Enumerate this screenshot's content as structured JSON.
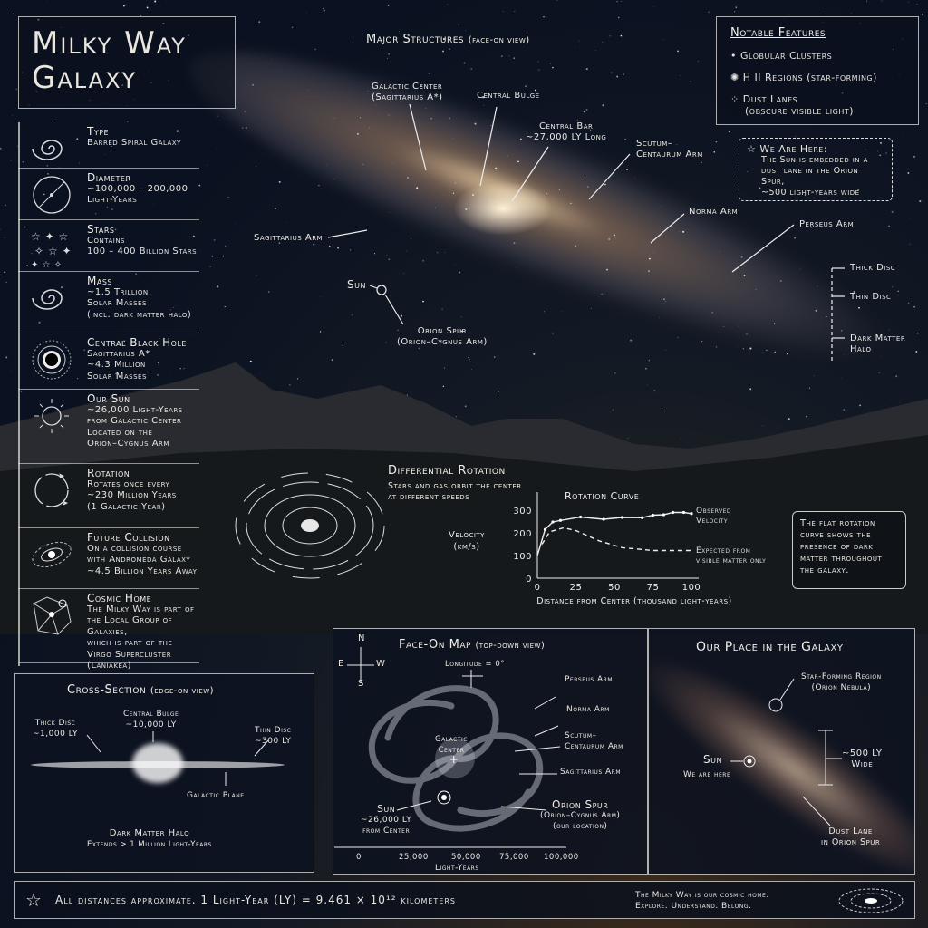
{
  "title": {
    "line1": "Milky Way",
    "line2": "Galaxy"
  },
  "facts": [
    {
      "heading": "Type",
      "lines": [
        "Barred Spiral Galaxy"
      ],
      "icon": "spiral-icon"
    },
    {
      "heading": "Diameter",
      "lines": [
        "~100,000 – 200,000",
        "Light-Years"
      ],
      "icon": "diameter-circle-icon"
    },
    {
      "heading": "Stars",
      "lines": [
        "Contains",
        "100 – 400 Billion Stars"
      ],
      "icon": "stars-icon"
    },
    {
      "heading": "Mass",
      "lines": [
        "~1.5 Trillion",
        "Solar Masses",
        "(incl. dark matter halo)"
      ],
      "icon": "spiral-icon"
    },
    {
      "heading": "Central Black Hole",
      "lines": [
        "Sagittarius A*",
        "~4.3 Million",
        "Solar Masses"
      ],
      "icon": "black-hole-icon"
    },
    {
      "heading": "Our Sun",
      "lines": [
        "~26,000 Light-Years",
        "from Galactic Center",
        "Located on the",
        "Orion–Cygnus Arm"
      ],
      "icon": "sun-icon"
    },
    {
      "heading": "Rotation",
      "lines": [
        "Rotates once every",
        "~230 Million Years",
        "(1 Galactic Year)"
      ],
      "icon": "rotation-arrows-icon"
    },
    {
      "heading": "Future Collision",
      "lines": [
        "On a collision course",
        "with Andromeda Galaxy",
        "~4.5 Billion Years Away"
      ],
      "icon": "galaxy-icon"
    },
    {
      "heading": "Cosmic Home",
      "lines": [
        "The Milky Way is part of",
        "the Local Group of Galaxies,",
        "which is part of the",
        "Virgo Supercluster",
        "(Laniakea)"
      ],
      "icon": "network-icon"
    }
  ],
  "major": {
    "title": "Major Structures",
    "subtitle": "(face-on view)",
    "labels": {
      "galactic_center": [
        "Galactic Center",
        "(Sagittarius A*)"
      ],
      "central_bulge": "Central Bulge",
      "central_bar": [
        "Central Bar",
        "~27,000 LY Long"
      ],
      "scutum": [
        "Scutum–",
        "Centaurum Arm"
      ],
      "norma": "Norma Arm",
      "perseus": "Perseus Arm",
      "sagittarius": "Sagittarius Arm",
      "sun": "Sun",
      "orion": [
        "Orion Spur",
        "(Orion–Cygnus Arm)"
      ],
      "thick_disc": "Thick Disc",
      "thin_disc": "Thin Disc",
      "halo": [
        "Dark Matter",
        "Halo"
      ]
    }
  },
  "notable": {
    "title": "Notable Features",
    "items": [
      "Globular Clusters",
      "H II Regions (star-forming)",
      "Dust Lanes",
      "(obscure visible light)"
    ]
  },
  "here": {
    "title": "We Are Here:",
    "lines": [
      "The Sun is embedded in a",
      "dust lane in the Orion Spur,",
      "~500 light-years wide"
    ]
  },
  "diff": {
    "title": "Differential Rotation",
    "lines": [
      "Stars and gas orbit the center",
      "at different speeds"
    ]
  },
  "chart_data": {
    "type": "line",
    "title": "Rotation Curve",
    "xlabel": "Distance from Center (thousand light-years)",
    "ylabel": [
      "Velocity",
      "(km/s)"
    ],
    "xlim": [
      0,
      100
    ],
    "ylim": [
      0,
      300
    ],
    "xticks": [
      "0",
      "25",
      "50",
      "75",
      "100"
    ],
    "yticks": [
      "0",
      "100",
      "200",
      "300"
    ],
    "grid": false,
    "series": [
      {
        "name": "Observed Velocity",
        "style": "solid",
        "x": [
          0,
          5,
          10,
          15,
          28,
          43,
          55,
          68,
          75,
          82,
          88,
          95,
          100
        ],
        "y": [
          100,
          215,
          248,
          255,
          270,
          260,
          268,
          267,
          278,
          280,
          290,
          290,
          285
        ]
      },
      {
        "name": "Expected from Visible Matter Only",
        "style": "dashed",
        "x": [
          3,
          8,
          17,
          25,
          40,
          55,
          75,
          100
        ],
        "y": [
          150,
          205,
          222,
          210,
          165,
          135,
          122,
          122
        ]
      }
    ],
    "legend": {
      "observed": [
        "Observed",
        "Velocity"
      ],
      "expected": [
        "Expected from",
        "visible matter only"
      ]
    }
  },
  "note": [
    "The flat rotation",
    "curve shows the",
    "presence of dark",
    "matter throughout",
    "the galaxy."
  ],
  "cross": {
    "title": "Cross-Section",
    "subtitle": "(edge-on view)",
    "thick": [
      "Thick Disc",
      "~1,000 LY"
    ],
    "bulge": [
      "Central Bulge",
      "~10,000 LY"
    ],
    "thin": [
      "Thin Disc",
      "~300 LY"
    ],
    "plane": "Galactic Plane",
    "halo": [
      "Dark Matter Halo",
      "Extends > 1 Million Light-Years"
    ]
  },
  "faceon": {
    "title": "Face-On Map",
    "subtitle": "(top-down view)",
    "compass": [
      "N",
      "E",
      "W",
      "S"
    ],
    "longitude": "Longitude = 0°",
    "perseus": "Perseus Arm",
    "norma": "Norma Arm",
    "scutum": [
      "Scutum–",
      "Centaurum Arm"
    ],
    "sagittarius": "Sagittarius Arm",
    "center": [
      "Galactic",
      "Center"
    ],
    "sun": [
      "Sun",
      "~26,000 LY",
      "from Center"
    ],
    "orion": [
      "Orion Spur",
      "(Orion–Cygnus Arm)",
      "(our location)"
    ],
    "scale": [
      "0",
      "25,000",
      "50,000",
      "75,000",
      "100,000"
    ],
    "scale_unit": "Light-Years"
  },
  "place": {
    "title": "Our Place in the Galaxy",
    "nebula": [
      "Star-Forming Region",
      "(Orion Nebula)"
    ],
    "sun": "Sun",
    "here": "We are here",
    "width": [
      "~500 LY",
      "Wide"
    ],
    "dust": [
      "Dust Lane",
      "in Orion Spur"
    ]
  },
  "footer": {
    "note": "All distances approximate.   1 Light-Year (LY) = 9.461 × 10¹² kilometers",
    "tagline": [
      "The Milky Way is our cosmic home.",
      "Explore. Understand. Belong."
    ]
  }
}
